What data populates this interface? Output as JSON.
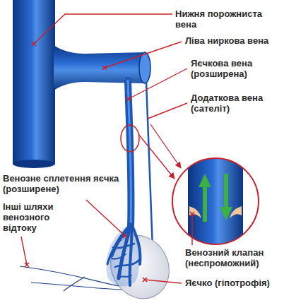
{
  "diagram": {
    "labels": [
      "Нижня порожниста вена",
      "Ліва ниркова вена",
      "Яєчкова вена (розширена)",
      "Додаткова вена (сателіт)",
      "Венозне сплетення яєчка (розширене)",
      "Інші шляхи венозного відтоку",
      "Венозний клапан (неспроможний)",
      "Яєчко (гіпотрофія)"
    ]
  }
}
